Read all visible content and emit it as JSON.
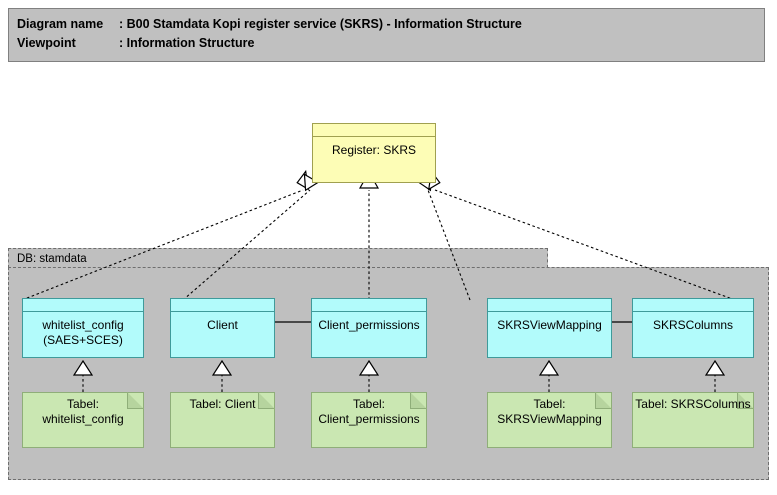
{
  "header": {
    "line1_key": "Diagram name",
    "line1_sep": ": ",
    "line1_value": "B00 Stamdata Kopi register service (SKRS) - Information Structure",
    "line2_key": "Viewpoint",
    "line2_sep": ": ",
    "line2_value": "Information Structure"
  },
  "colors": {
    "background": "#ffffff",
    "header_fill": "#c0c0c0",
    "header_border": "#808080",
    "container_fill": "#bfbfbf",
    "container_border": "#6e6e6e",
    "node_fill": "#b2fbfb",
    "node_border": "#3f9a9a",
    "register_fill": "#fdfdb6",
    "register_border": "#a0a050",
    "note_fill": "#cae7b2",
    "note_border": "#8fae79",
    "note_fold": "#b6d49e",
    "connector": "#000000"
  },
  "container": {
    "label": "DB: stamdata"
  },
  "register": {
    "label": "Register: SKRS"
  },
  "nodes": [
    {
      "id": "whitelist_config",
      "label": "whitelist_config\n(SAES+SCES)"
    },
    {
      "id": "client",
      "label": "Client"
    },
    {
      "id": "client_permissions",
      "label": "Client_permissions"
    },
    {
      "id": "skrsviewmapping",
      "label": "SKRSViewMapping"
    },
    {
      "id": "skrscolumns",
      "label": "SKRSColumns"
    }
  ],
  "notes": [
    {
      "id": "tabel_whitelist_config",
      "label": "Tabel:\nwhitelist_config"
    },
    {
      "id": "tabel_client",
      "label": "Tabel: Client"
    },
    {
      "id": "tabel_client_permissions",
      "label": "Tabel:\nClient_permissions"
    },
    {
      "id": "tabel_skrsviewmapping",
      "label": "Tabel:\nSKRSViewMapping"
    },
    {
      "id": "tabel_skrscolumns",
      "label": "Tabel: SKRSColumns"
    }
  ],
  "relations": {
    "realization_to_register_count": 5,
    "realization_note_to_node_count": 5,
    "association_count": 2
  }
}
